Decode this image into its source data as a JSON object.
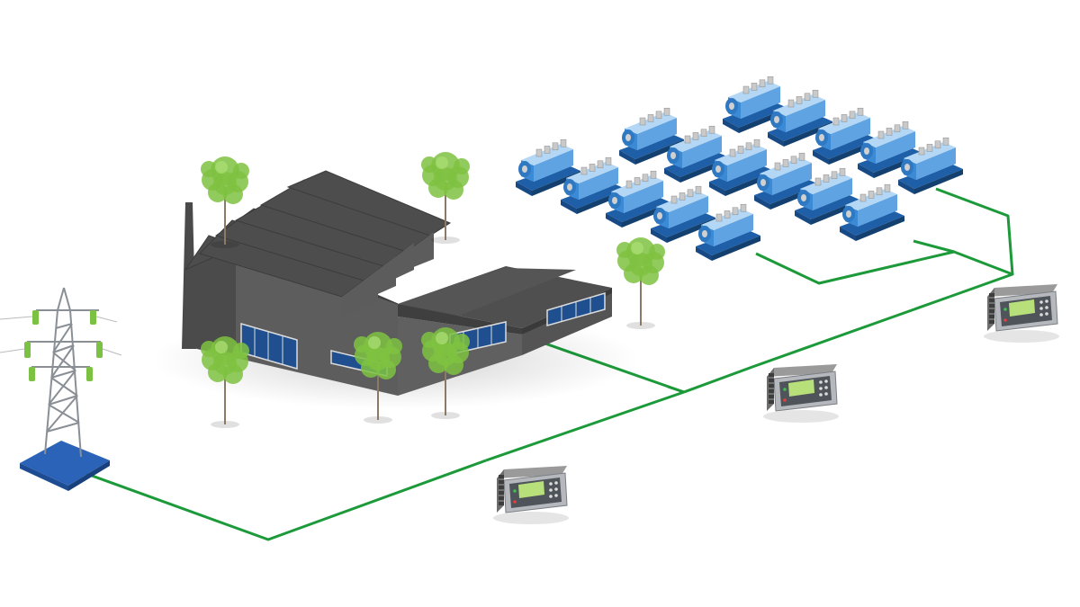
{
  "diagram": {
    "nodes": [
      {
        "id": "pylon",
        "kind": "transmission-tower-icon"
      },
      {
        "id": "factory",
        "kind": "factory-building-icon"
      },
      {
        "id": "gensets",
        "kind": "generator-set-icon",
        "count": 16
      },
      {
        "id": "controller-1",
        "kind": "controller-unit-icon"
      },
      {
        "id": "controller-2",
        "kind": "controller-unit-icon"
      },
      {
        "id": "controller-3",
        "kind": "controller-unit-icon"
      },
      {
        "id": "trees",
        "kind": "tree-icon",
        "count": 6
      }
    ],
    "connections": [
      {
        "from": "pylon",
        "to": "controller-1"
      },
      {
        "from": "controller-1",
        "to": "controller-2"
      },
      {
        "from": "controller-2",
        "to": "controller-3"
      },
      {
        "from": "factory",
        "to": "bus-junction"
      },
      {
        "from": "controller-3",
        "to": "gensets"
      }
    ]
  },
  "colors": {
    "line": "#1c9a3a",
    "roof": "#4d4d4d",
    "wall": "#5a5a5a",
    "window": "#1f4f8e",
    "genset": "#3b8ad6",
    "pylon-base": "#2a63b8",
    "insulator": "#7cc242",
    "controller-screen": "#b8e07a",
    "tree": "#7fc241"
  }
}
